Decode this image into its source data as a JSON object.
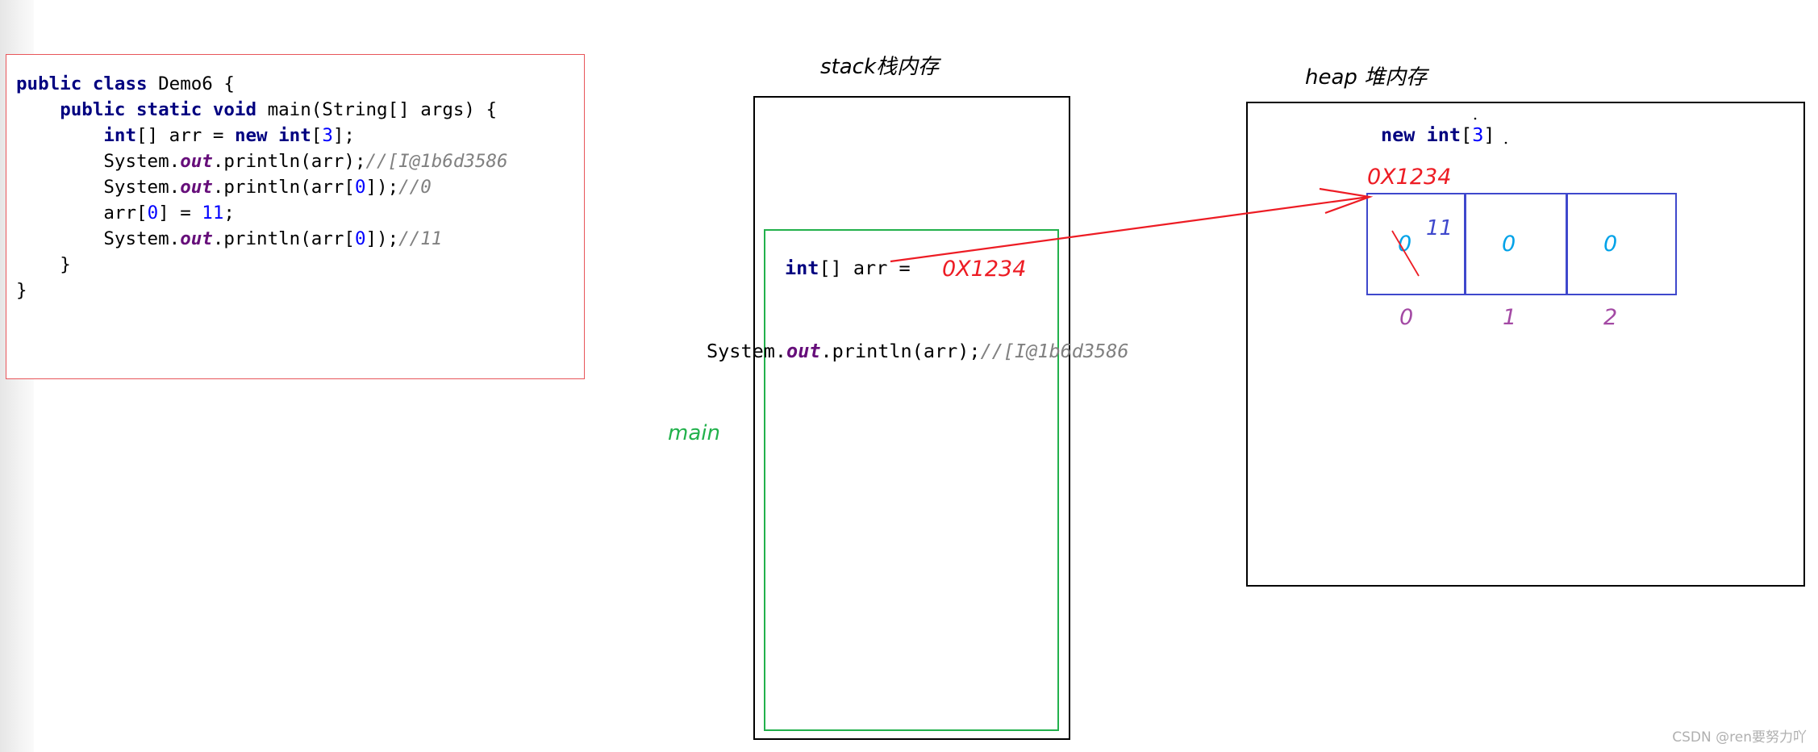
{
  "code": {
    "l1_kw": "public class",
    "l1_rest": " Demo6 {",
    "l2_kw": "public static void",
    "l2_rest": " main(String[] args) {",
    "l3_kw1": "int",
    "l3_a": "[] arr = ",
    "l3_kw2": "new int",
    "l3_b": "[",
    "l3_num": "3",
    "l3_c": "];",
    "l4_a": "System.",
    "l4_field": "out",
    "l4_b": ".println(arr);",
    "l4_cmt": "//[I@1b6d3586",
    "l5_a": "System.",
    "l5_field": "out",
    "l5_b": ".println(arr[",
    "l5_num": "0",
    "l5_c": "]);",
    "l5_cmt": "//0",
    "l6_a": "arr[",
    "l6_num1": "0",
    "l6_b": "] = ",
    "l6_num2": "11",
    "l6_c": ";",
    "l7_a": "System.",
    "l7_field": "out",
    "l7_b": ".println(arr[",
    "l7_num": "0",
    "l7_c": "]);",
    "l7_cmt": "//11",
    "l8": "}",
    "l9": "}"
  },
  "stack": {
    "title": "stack栈内存",
    "frame_label": "main",
    "var_kw": "int",
    "var_rest": "[] arr = ",
    "address": "0X1234",
    "print_a": "System.",
    "print_field": "out",
    "print_b": ".println(arr);",
    "print_cmt": "//[I@1b6d3586"
  },
  "heap": {
    "title": "heap 堆内存",
    "new_kw": "new int",
    "new_a": "[",
    "new_num": "3",
    "new_b": "]",
    "address": "0X1234",
    "cells": [
      "0",
      "0",
      "0"
    ],
    "new_value": "11",
    "indices": [
      "0",
      "1",
      "2"
    ]
  },
  "colors": {
    "arrow": "#ed1c24",
    "stack_frame": "#22b14c",
    "array_border": "#3f48cc",
    "cell_value": "#00a2e8",
    "index": "#a349a4"
  },
  "watermark": "CSDN @ren要努力吖"
}
